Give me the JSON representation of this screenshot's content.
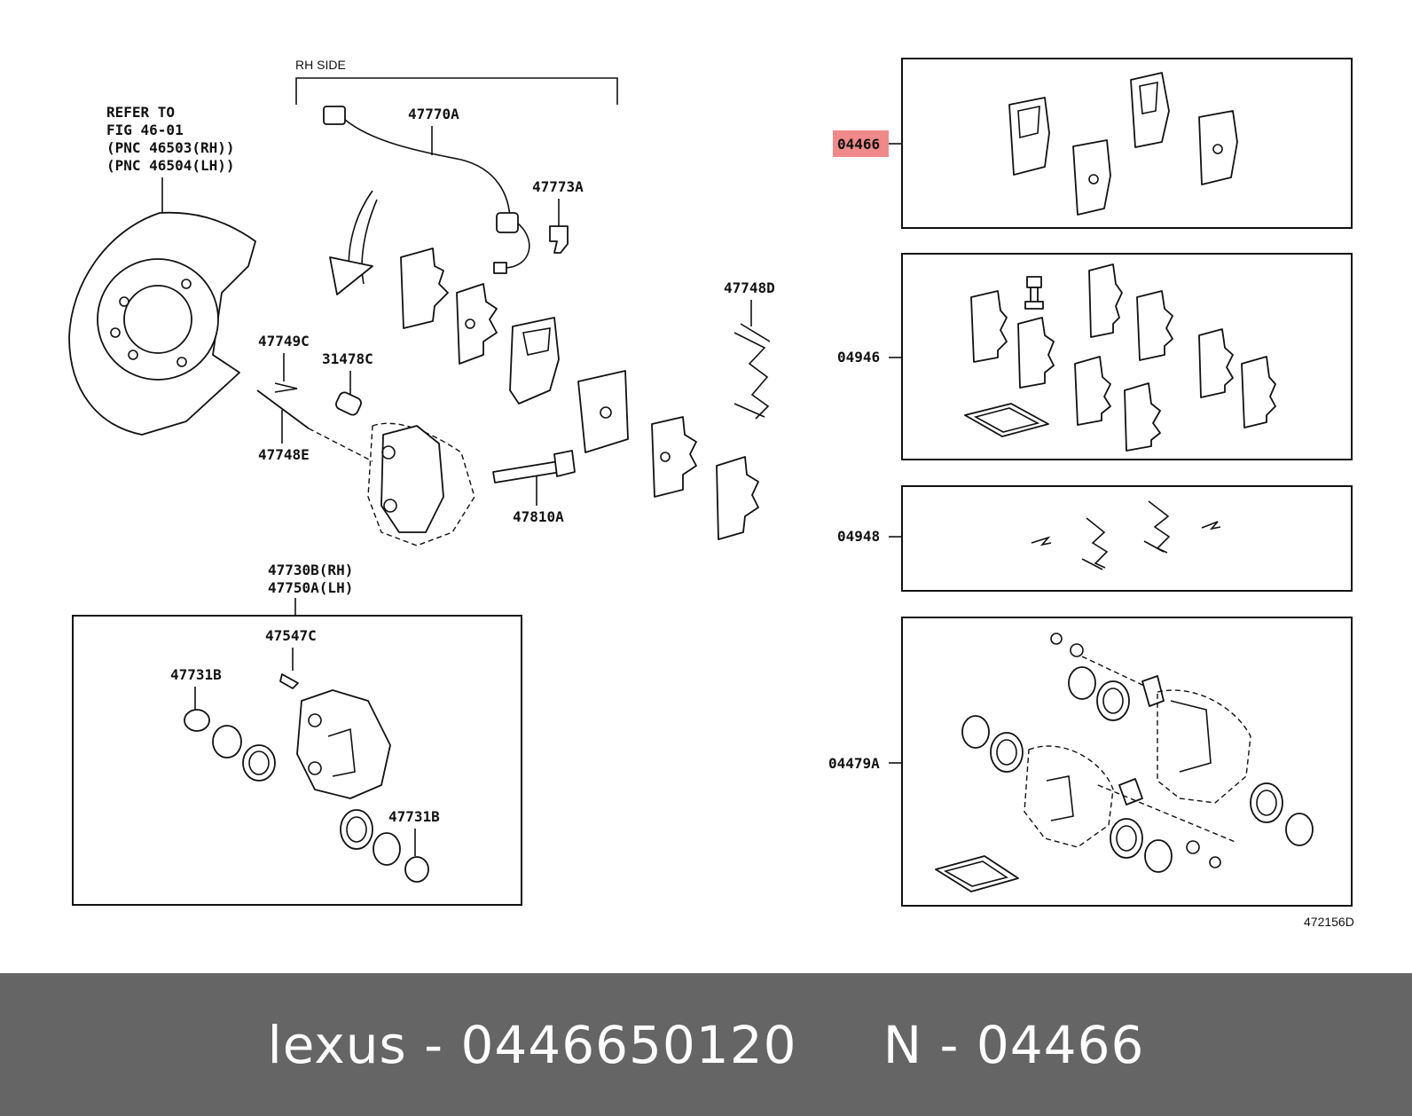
{
  "colors": {
    "highlight": "#f08a8a",
    "footer_bg": "#656565",
    "footer_text": "#ffffff"
  },
  "labels": {
    "rh_side": "RH SIDE",
    "refer_1": "REFER TO",
    "refer_2": "FIG 46-01",
    "refer_3": "(PNC 46503(RH))",
    "refer_4": "(PNC 46504(LH))",
    "p47770A": "47770A",
    "p47773A": "47773A",
    "p47748D": "47748D",
    "p47749C": "47749C",
    "p31478C": "31478C",
    "p47748E": "47748E",
    "p47810A": "47810A",
    "p47730B": "47730B(RH)",
    "p47750A": "47750A(LH)",
    "p47547C": "47547C",
    "p47731B_a": "47731B",
    "p47731B_b": "47731B",
    "k04466": "04466",
    "k04946": "04946",
    "k04948": "04948",
    "k04479A": "04479A",
    "fig_code": "472156D"
  },
  "footer": {
    "text": "lexus - 0446650120     N - 04466"
  }
}
